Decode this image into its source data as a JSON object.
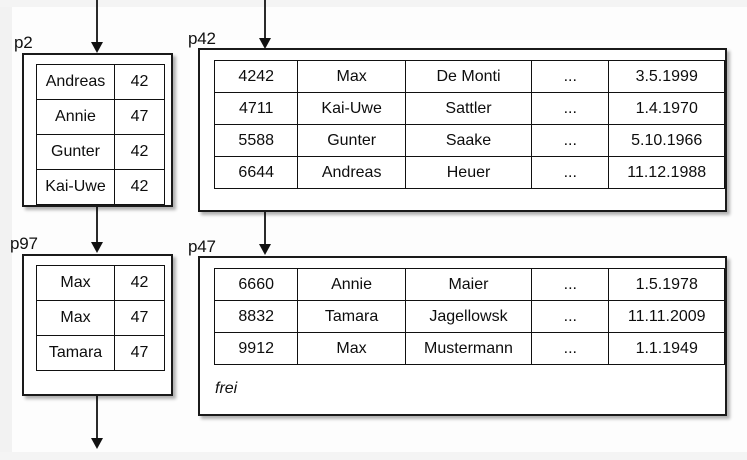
{
  "diagram": {
    "title": "B-tree / index pages with data pages",
    "background": "#fdfdfd",
    "line_color": "#1a1a1a"
  },
  "index_pages": [
    {
      "id": "p2",
      "label": "p2",
      "rows": [
        {
          "key": "Andreas",
          "pointer": "42"
        },
        {
          "key": "Annie",
          "pointer": "47"
        },
        {
          "key": "Gunter",
          "pointer": "42"
        },
        {
          "key": "Kai-Uwe",
          "pointer": "42"
        }
      ]
    },
    {
      "id": "p97",
      "label": "p97",
      "rows": [
        {
          "key": "Max",
          "pointer": "42"
        },
        {
          "key": "Max",
          "pointer": "47"
        },
        {
          "key": "Tamara",
          "pointer": "47"
        }
      ]
    }
  ],
  "data_pages": [
    {
      "id": "p42",
      "label": "p42",
      "free_label": "",
      "rows": [
        {
          "id": "4242",
          "first": "Max",
          "last": "De Monti",
          "dots": "...",
          "date": "3.5.1999"
        },
        {
          "id": "4711",
          "first": "Kai-Uwe",
          "last": "Sattler",
          "dots": "...",
          "date": "1.4.1970"
        },
        {
          "id": "5588",
          "first": "Gunter",
          "last": "Saake",
          "dots": "...",
          "date": "5.10.1966"
        },
        {
          "id": "6644",
          "first": "Andreas",
          "last": "Heuer",
          "dots": "...",
          "date": "11.12.1988"
        }
      ]
    },
    {
      "id": "p47",
      "label": "p47",
      "free_label": "frei",
      "rows": [
        {
          "id": "6660",
          "first": "Annie",
          "last": "Maier",
          "dots": "...",
          "date": "1.5.1978"
        },
        {
          "id": "8832",
          "first": "Tamara",
          "last": "Jagellowsk",
          "dots": "...",
          "date": "11.11.2009"
        },
        {
          "id": "9912",
          "first": "Max",
          "last": "Mustermann",
          "dots": "...",
          "date": "1.1.1949"
        }
      ]
    }
  ],
  "arrows": [
    {
      "name": "arrow-into-p2",
      "from": "top-edge",
      "to": "p2"
    },
    {
      "name": "arrow-into-p42",
      "from": "top-edge",
      "to": "p42"
    },
    {
      "name": "arrow-p2-p97",
      "from": "p2",
      "to": "p97"
    },
    {
      "name": "arrow-p42-p47",
      "from": "p42",
      "to": "p47"
    },
    {
      "name": "arrow-out-p97",
      "from": "p97",
      "to": "bottom-edge"
    }
  ]
}
